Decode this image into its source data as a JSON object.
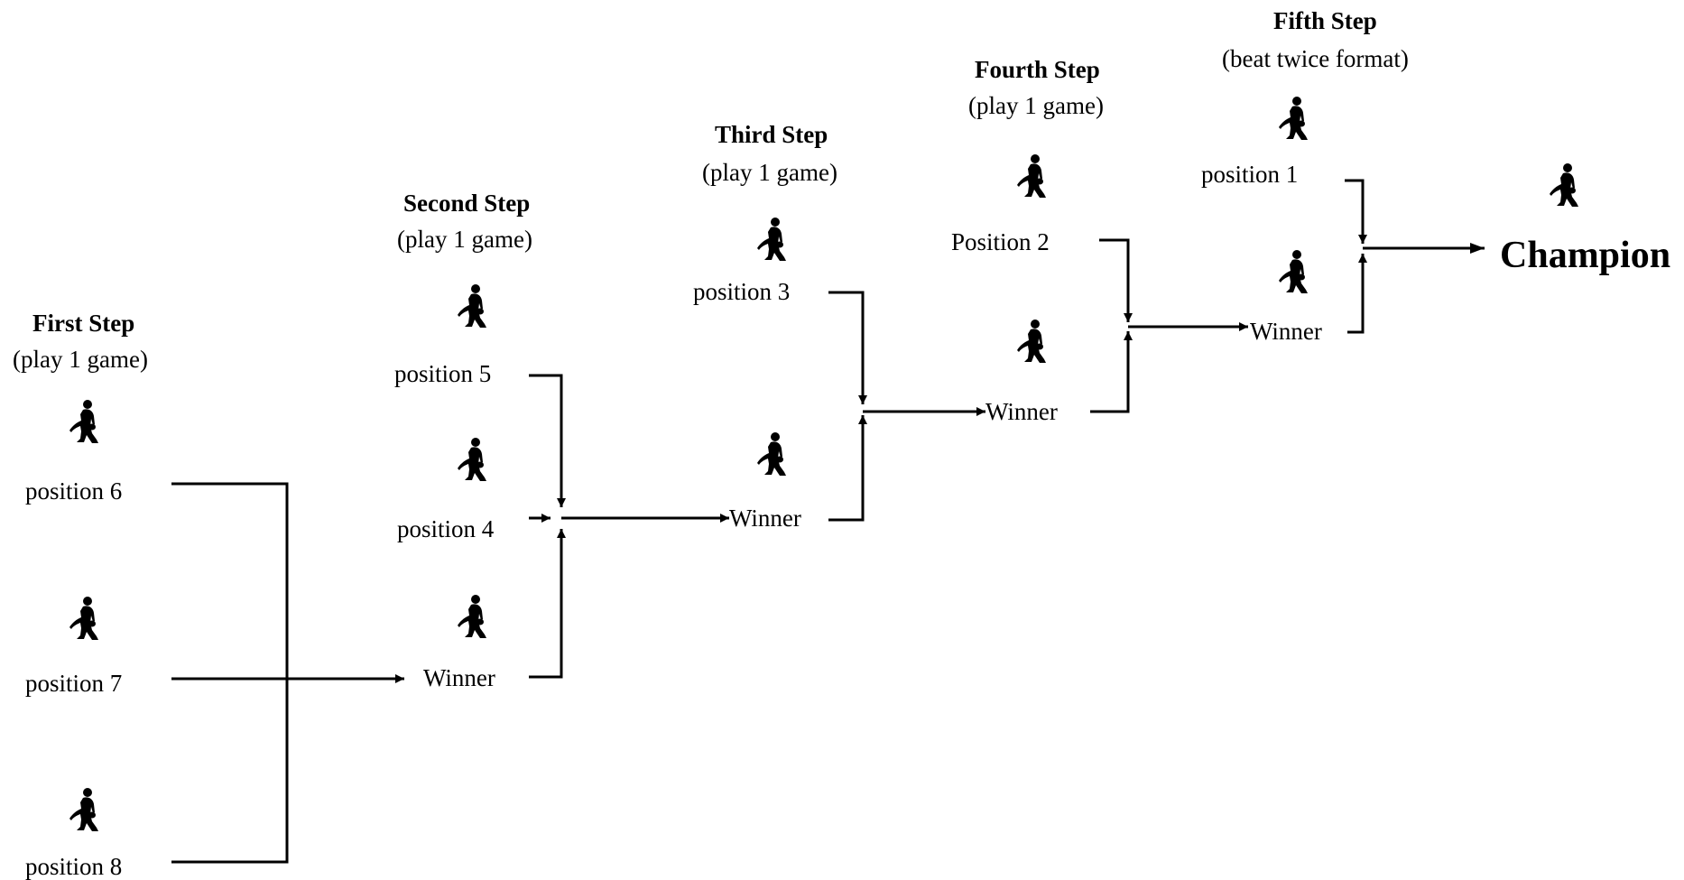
{
  "steps": [
    {
      "title": "First Step",
      "subtitle": "(play 1 game)"
    },
    {
      "title": "Second Step",
      "subtitle": "(play 1 game)"
    },
    {
      "title": "Third Step",
      "subtitle": "(play 1 game)"
    },
    {
      "title": "Fourth Step",
      "subtitle": "(play 1 game)"
    },
    {
      "title": "Fifth Step",
      "subtitle": "(beat twice format)"
    }
  ],
  "labels": {
    "pos6": "position 6",
    "pos7": "position 7",
    "pos8": "position 8",
    "pos5": "position 5",
    "pos4": "position 4",
    "winner1": "Winner",
    "pos3": "position 3",
    "winner2": "Winner",
    "pos2": "Position 2",
    "winner3": "Winner",
    "pos1": "position 1",
    "winner4": "Winner",
    "champion": "Champion"
  },
  "icon": "bowler-silhouette-icon",
  "colors": {
    "line": "#000000",
    "background": "#ffffff"
  }
}
